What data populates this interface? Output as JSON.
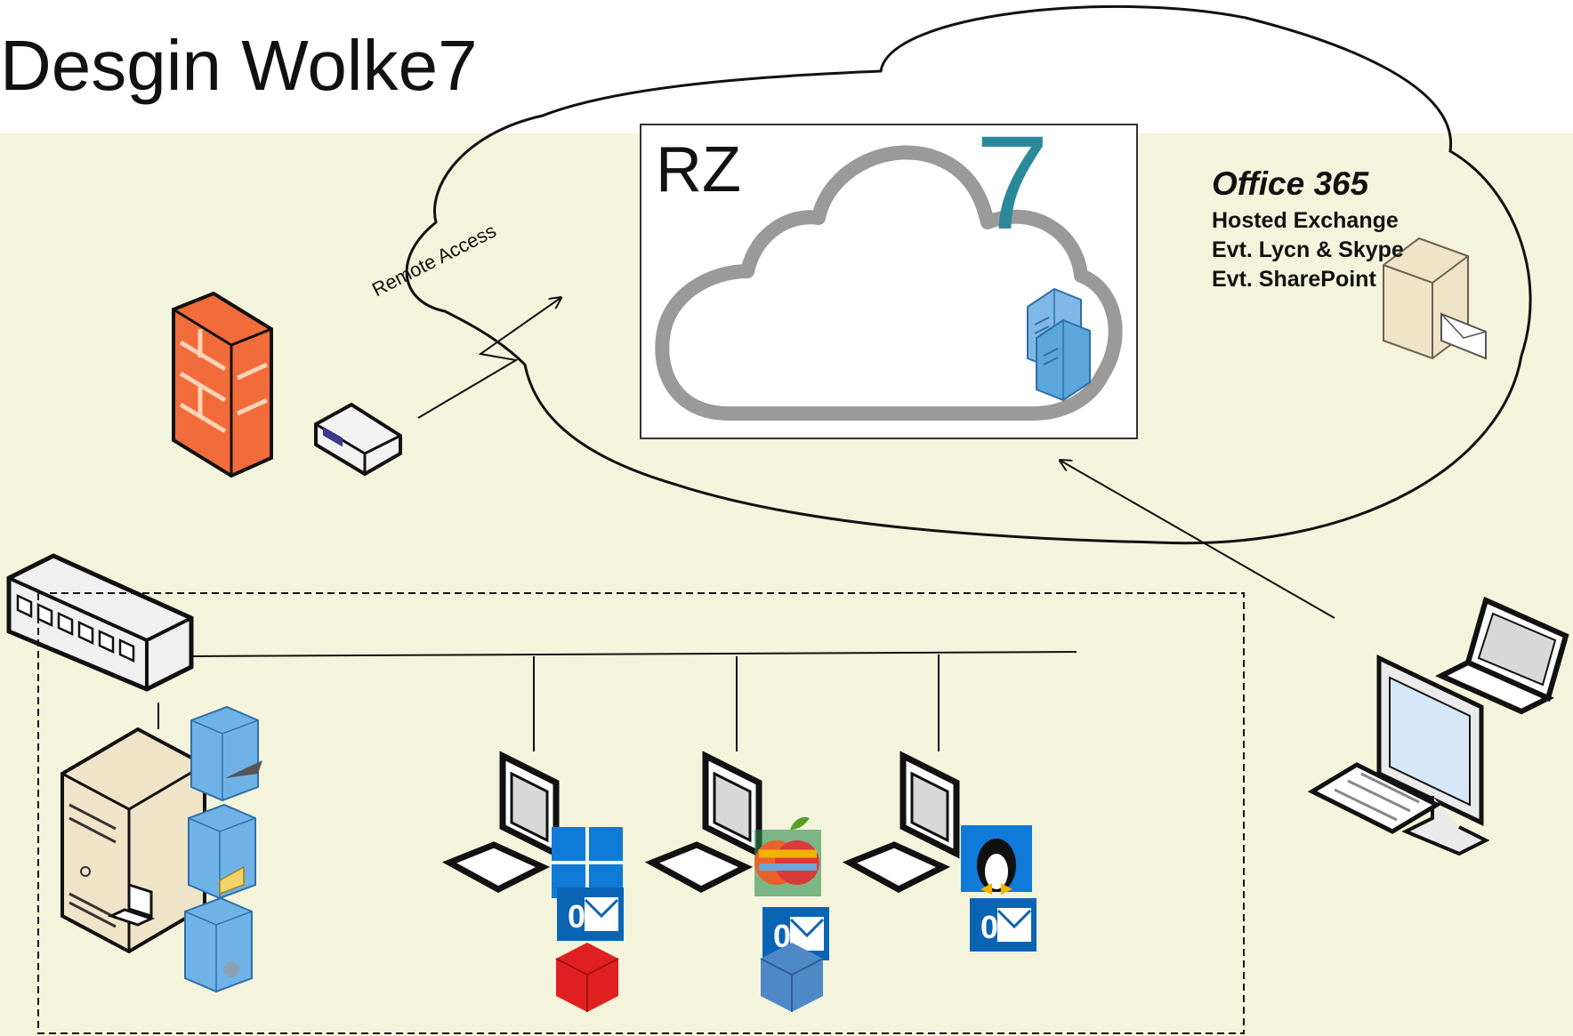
{
  "title": "Desgin Wolke7",
  "datacenter": {
    "label": "RZ",
    "brand_number": "7"
  },
  "cloud_service": {
    "title": "Office 365",
    "lines": [
      "Hosted Exchange",
      "Evt. Lycn & Skype",
      "Evt. SharePoint"
    ]
  },
  "connection": {
    "remote_access_label": "Remote Access"
  },
  "colors": {
    "background_band": "#f4f4dc",
    "brand_teal": "#2b8a99",
    "firewall": "#f26b3a",
    "server_blue": "#5aa6dd",
    "windows_blue": "#0f7ad8",
    "outlook_blue": "#0a64b4",
    "office_red": "#e02020",
    "box_blue": "#4f88c6"
  },
  "icons": [
    "firewall-icon",
    "router-icon",
    "switch-icon",
    "server-tower-icon",
    "server-icon",
    "workstation-icon",
    "windows-logo-icon",
    "apple-logo-icon",
    "linux-logo-icon",
    "outlook-icon",
    "office-cube-icon",
    "laptop-icon",
    "monitor-icon",
    "keyboard-icon",
    "mail-server-icon",
    "cloud-icon"
  ]
}
